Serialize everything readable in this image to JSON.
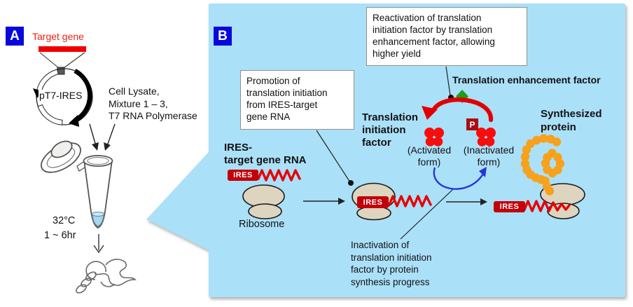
{
  "panel_a": {
    "label": "A",
    "target_gene_label": "Target gene",
    "plasmid_label": "pT7-IRES",
    "reagents_text": "Cell Lysate,\nMixture 1 – 3,\nT7 RNA Polymerase",
    "temperature_label": "32°C",
    "duration_label": "1 ~ 6hr"
  },
  "panel_b": {
    "label": "B",
    "promotion_note": "Promotion of\ntranslation initiation\nfrom IRES-target\ngene RNA",
    "reactivation_note": "Reactivation of translation\ninitiation factor by translation\nenhancement factor, allowing\nhigher yield",
    "enhancement_factor_label": "Translation enhancement factor",
    "initiation_factor_label": "Translation\ninitiation\nfactor",
    "activated_label": "(Activated\nform)",
    "inactivated_label": "(Inactivated\nform)",
    "phosphate_label": "P",
    "ires_heading": "IRES-\ntarget gene RNA",
    "ires_tag": "IRES",
    "ribosome_label": "Ribosome",
    "synthesized_label": "Synthesized\nprotein",
    "inactivation_note": "Inactivation of\ntranslation initiation\nfactor by protein\nsynthesis progress"
  },
  "colors": {
    "panel_bg": "#abe0f9",
    "label_bg": "#0808dd",
    "gene_red": "#ee2211",
    "ires_red": "#c20008",
    "phosphate_red": "#a90d12",
    "rna_red": "#e60000",
    "factor_red": "#f60d0d",
    "arc_red": "#e10000",
    "protein_orange": "#f7a11c",
    "enhancement_green": "#1b9e1b",
    "cycle_blue": "#2435dd",
    "ribosome_tan": "#ddd5c0"
  }
}
